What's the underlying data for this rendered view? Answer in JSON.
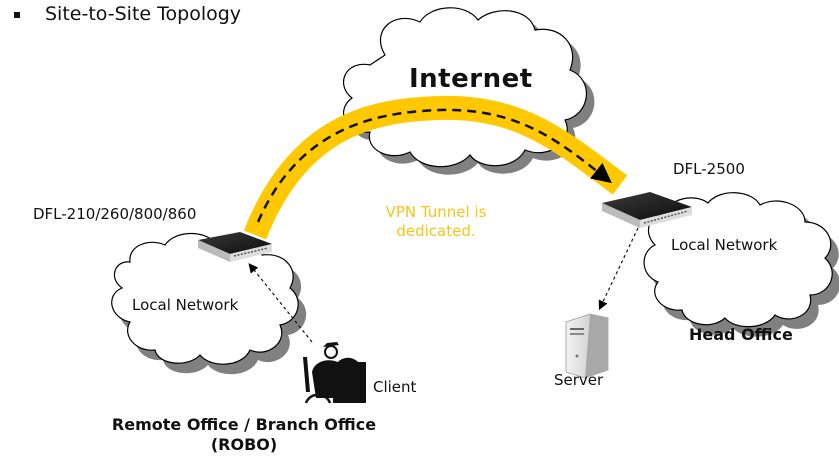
{
  "slide": {
    "title": "Site-to-Site Topology",
    "bullet_icon": "square-bullet"
  },
  "internet": {
    "label": "Internet",
    "icon": "cloud-icon"
  },
  "tunnel": {
    "label_line1": "VPN Tunnel is",
    "label_line2": "dedicated.",
    "color": "#FFC800",
    "text_color": "#F5C518"
  },
  "remote_site": {
    "device_label": "DFL-210/260/800/860",
    "network_label": "Local Network",
    "client_label": "Client",
    "site_label_line1": "Remote Office / Branch Office",
    "site_label_line2": "(ROBO)"
  },
  "head_site": {
    "device_label": "DFL-2500",
    "network_label": "Local Network",
    "server_label": "Server",
    "site_label": "Head Office"
  }
}
